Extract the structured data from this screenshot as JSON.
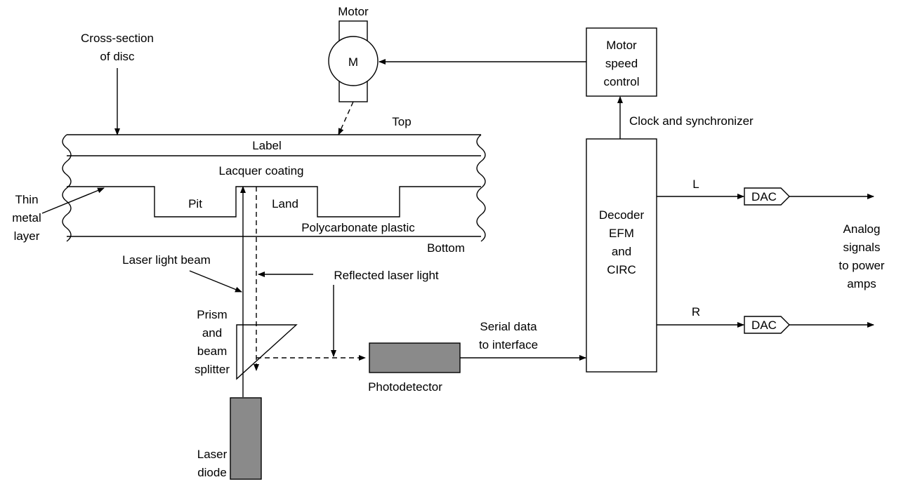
{
  "labels": {
    "motor": "Motor",
    "motor_symbol": "M",
    "cross_section": [
      "Cross-section",
      "of disc"
    ],
    "top": "Top",
    "label_layer": "Label",
    "lacquer": "Lacquer coating",
    "thin_metal": [
      "Thin",
      "metal",
      "layer"
    ],
    "pit": "Pit",
    "land": "Land",
    "polycarbonate": "Polycarbonate plastic",
    "bottom": "Bottom",
    "laser_beam": "Laser light beam",
    "reflected": "Reflected laser light",
    "prism": [
      "Prism",
      "and",
      "beam",
      "splitter"
    ],
    "laser_diode": [
      "Laser",
      "diode"
    ],
    "photodetector": "Photodetector",
    "serial_data": [
      "Serial data",
      "to interface"
    ],
    "motor_speed": [
      "Motor",
      "speed",
      "control"
    ],
    "clock": "Clock and synchronizer",
    "decoder": [
      "Decoder",
      "EFM",
      "and",
      "CIRC"
    ],
    "left_channel": "L",
    "right_channel": "R",
    "dac": "DAC",
    "analog": [
      "Analog",
      "signals",
      "to power",
      "amps"
    ]
  }
}
